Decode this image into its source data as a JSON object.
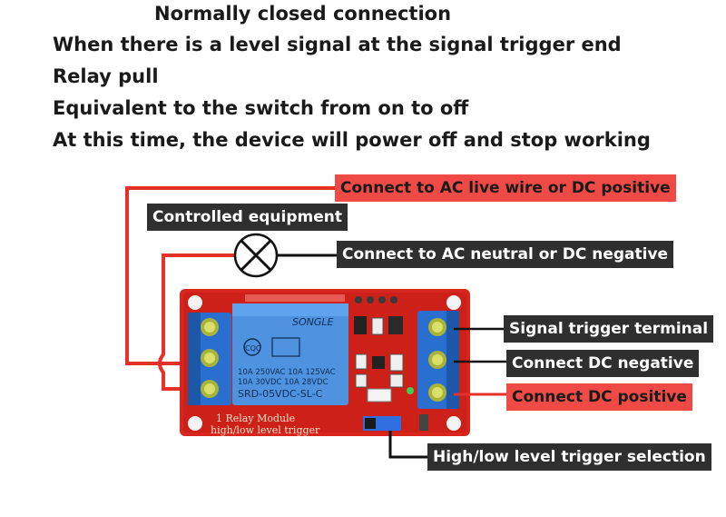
{
  "headings": [
    "Normally closed connection",
    "When there is a level signal at the signal trigger end",
    "Relay pull",
    "Equivalent to the switch from on to off",
    "At this time, the device will power off and stop working"
  ],
  "labels": {
    "ac_live": "Connect to AC live wire or DC positive",
    "controlled_equipment": "Controlled equipment",
    "ac_neutral": "Connect to AC neutral or DC negative",
    "signal_trigger": "Signal trigger terminal",
    "dc_negative": "Connect DC negative",
    "dc_positive": "Connect DC positive",
    "level_select": "High/low level trigger selection"
  },
  "board": {
    "brand": "SONGLE",
    "relay_spec_1": "10A 250VAC  10A 125VAC",
    "relay_spec_2": "10A 30VDC  10A 28VDC",
    "relay_model": "SRD-05VDC-SL-C",
    "module_line_1": "1 Relay  Module",
    "module_line_2": "high/low level trigger"
  },
  "colors": {
    "board_red": "#d8261f",
    "terminal_blue": "#2a6fd0",
    "relay_blue": "#4f93e0",
    "wire_red": "#e8302b",
    "wire_black": "#111111"
  }
}
